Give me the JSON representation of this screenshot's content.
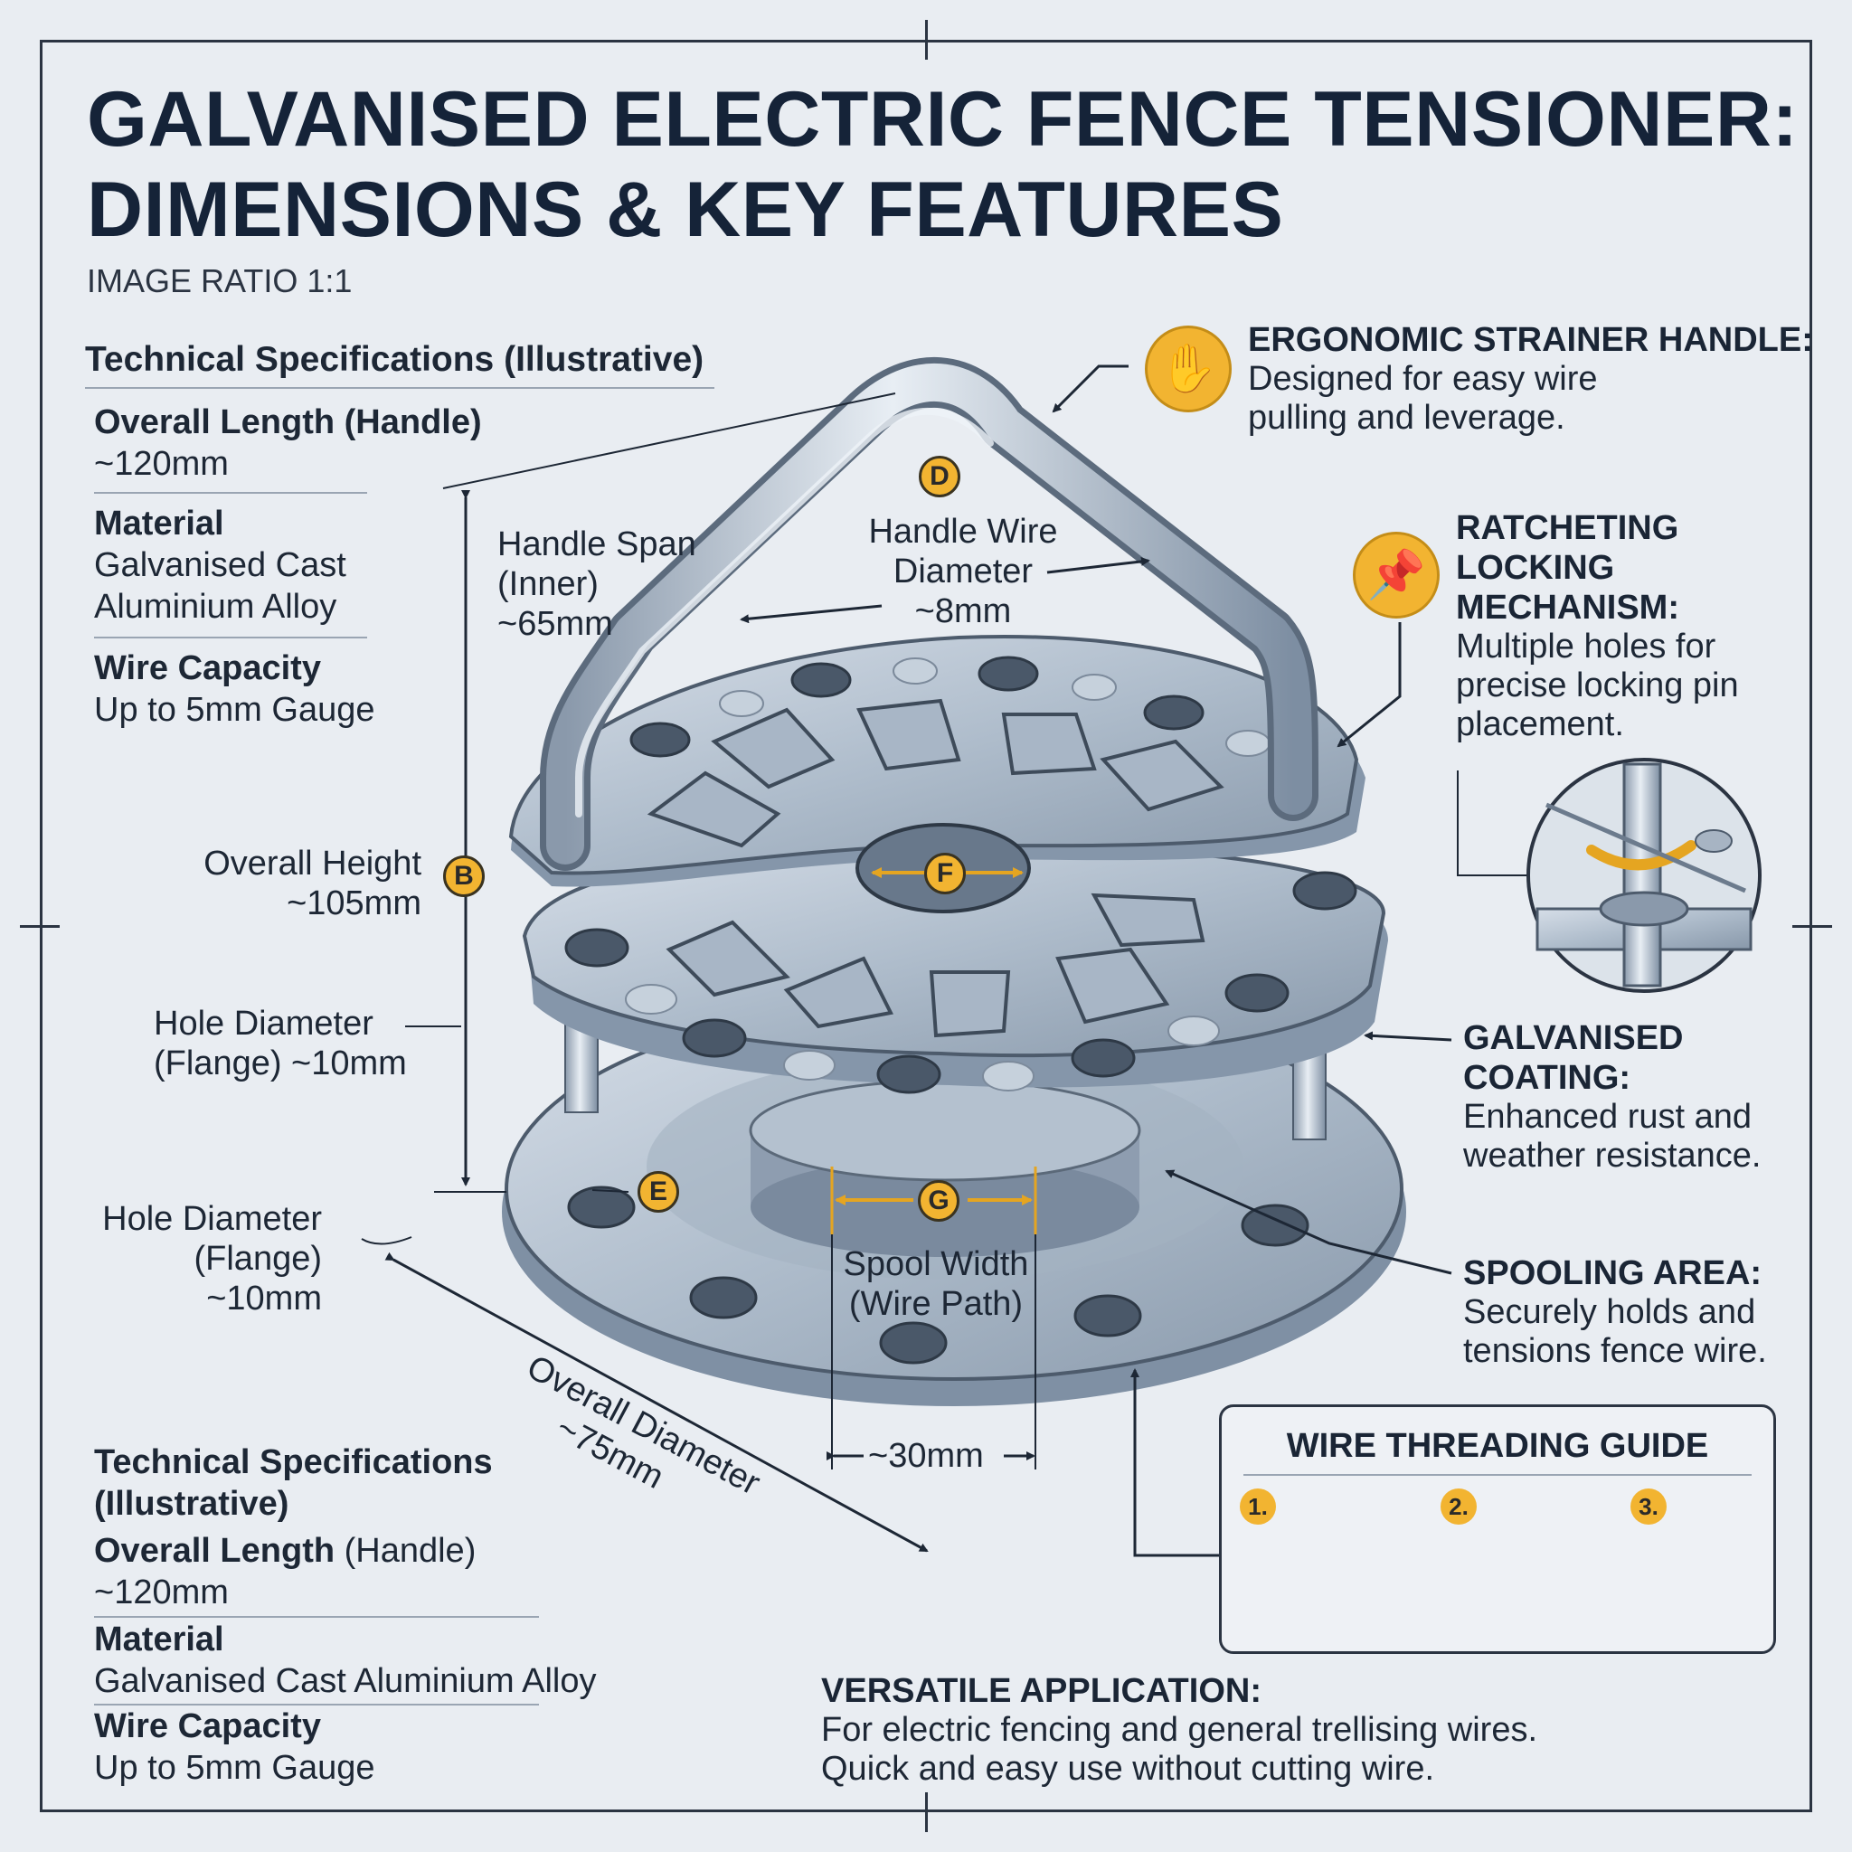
{
  "title": {
    "line1": "GALVANISED ELECTRIC FENCE TENSIONER:",
    "line2": "DIMENSIONS & KEY FEATURES"
  },
  "ratio": "IMAGE RATIO 1:1",
  "specs_top": {
    "heading": "Technical Specifications (Illustrative)",
    "length_label": "Overall Length (Handle)",
    "length_value": "~120mm",
    "material_label": "Material",
    "material_value_1": "Galvanised Cast",
    "material_value_2": "Aluminium Alloy",
    "capacity_label": "Wire Capacity",
    "capacity_value": "Up to 5mm Gauge"
  },
  "specs_bottom": {
    "heading_1": "Technical Specifications",
    "heading_2": "(Illustrative)",
    "length_label": "Overall Length",
    "length_label_rest": " (Handle)",
    "length_value": "~120mm",
    "material_label": "Material",
    "material_value": "Galvanised Cast Aluminium Alloy",
    "capacity_label": "Wire Capacity",
    "capacity_value": "Up to 5mm Gauge"
  },
  "dimensions": {
    "handle_span_1": "Handle Span",
    "handle_span_2": "(Inner)",
    "handle_span_3": "~65mm",
    "handle_wire_1": "Handle Wire",
    "handle_wire_2": "Diameter",
    "handle_wire_3": "~8mm",
    "height_1": "Overall Height",
    "height_2": "~105mm",
    "hole_a_1": "Hole Diameter",
    "hole_a_2": "(Flange) ~10mm",
    "hole_b_1": "Hole Diameter",
    "hole_b_2": "(Flange)",
    "hole_b_3": "~10mm",
    "spool_1": "Spool Width",
    "spool_2": "(Wire Path)",
    "spool_3": "~30mm",
    "diameter_1": "Overall Diameter",
    "diameter_2": "~75mm"
  },
  "badges": {
    "b": "B",
    "d": "D",
    "e": "E",
    "f": "F",
    "g": "G"
  },
  "features": {
    "handle_title": "ERGONOMIC STRAINER HANDLE:",
    "handle_desc_1": "Designed for easy wire",
    "handle_desc_2": "pulling and leverage.",
    "ratchet_title_1": "RATCHETING",
    "ratchet_title_2": "LOCKING",
    "ratchet_title_3": "MECHANISM:",
    "ratchet_desc_1": "Multiple holes for",
    "ratchet_desc_2": "precise locking pin",
    "ratchet_desc_3": "placement.",
    "coating_title_1": "GALVANISED",
    "coating_title_2": "COATING:",
    "coating_desc_1": "Enhanced rust and",
    "coating_desc_2": "weather resistance.",
    "spool_title": "SPOOLING AREA:",
    "spool_desc_1": "Securely holds and",
    "spool_desc_2": "tensions fence wire.",
    "app_title": "VERSATILE APPLICATION:",
    "app_desc_1": "For electric fencing and general trellising wires.",
    "app_desc_2": "Quick and easy use without cutting wire."
  },
  "guide": {
    "title": "WIRE THREADING GUIDE",
    "steps": [
      "1.",
      "2.",
      "3."
    ],
    "arrow": "→"
  },
  "icons": {
    "handle": "hand-icon",
    "ratchet": "pin-icon"
  },
  "colors": {
    "accent": "#f2b431",
    "metal": "#b9c6d4",
    "ink": "#152338",
    "background": "#e9edf2"
  }
}
